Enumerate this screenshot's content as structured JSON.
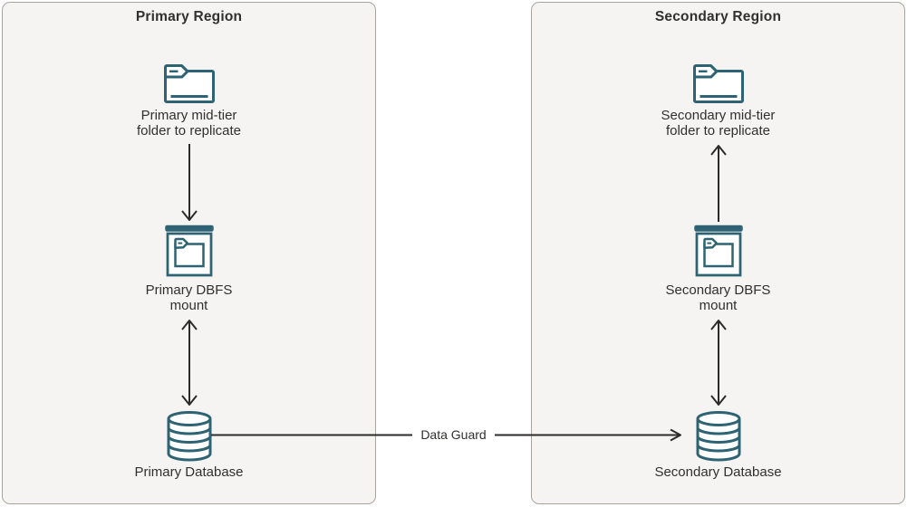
{
  "colors": {
    "icon": "#2e6374",
    "panel_bg": "#f5f4f2",
    "panel_border": "#a8a49e",
    "arrow": "#2c2b29",
    "text": "#31302e"
  },
  "connector": {
    "label": "Data Guard"
  },
  "regions": [
    {
      "title": "Primary Region",
      "mid_tier_folder": {
        "line1": "Primary mid-tier",
        "line2": "folder to replicate"
      },
      "dbfs_mount": {
        "line1": "Primary DBFS",
        "line2": "mount"
      },
      "database": {
        "label": "Primary Database"
      }
    },
    {
      "title": "Secondary Region",
      "mid_tier_folder": {
        "line1": "Secondary mid-tier",
        "line2": "folder to replicate"
      },
      "dbfs_mount": {
        "line1": "Secondary DBFS",
        "line2": "mount"
      },
      "database": {
        "label": "Secondary Database"
      }
    }
  ]
}
